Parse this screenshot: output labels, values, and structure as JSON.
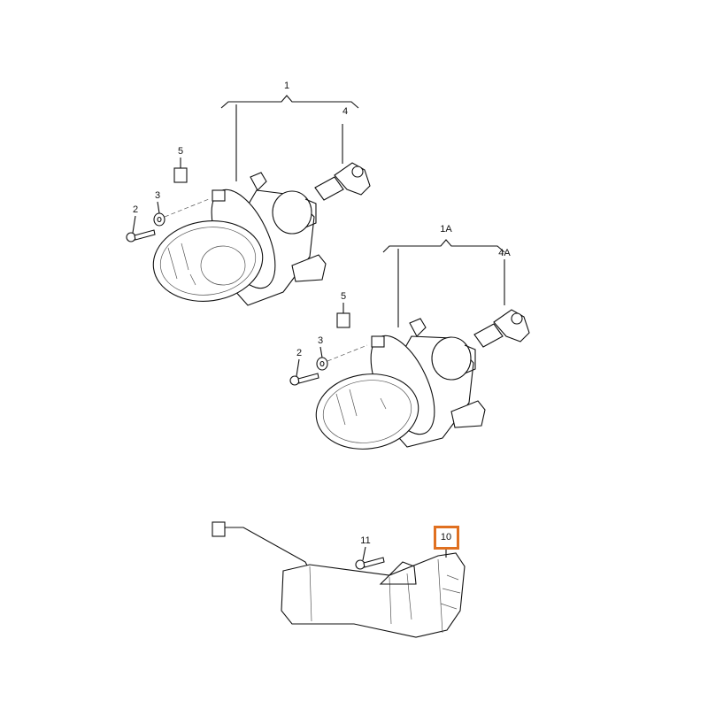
{
  "diagram": {
    "labels": {
      "assembly_1": "1",
      "bulb_4": "4",
      "clip_5_top": "5",
      "washer_3_top": "3",
      "screw_2_top": "2",
      "assembly_1a": "1A",
      "bulb_4a": "4A",
      "clip_5_mid": "5",
      "washer_3_mid": "3",
      "screw_2_mid": "2",
      "screw_11": "11",
      "indicator_10": "10"
    },
    "highlight_color": "#e07020"
  }
}
